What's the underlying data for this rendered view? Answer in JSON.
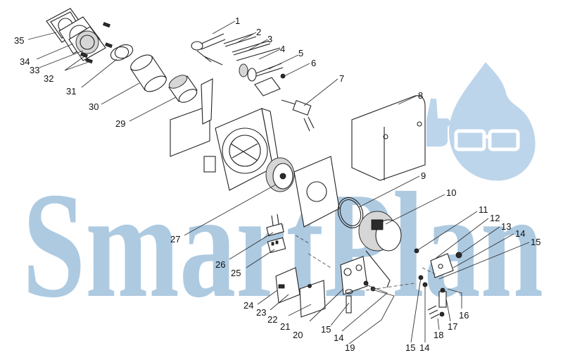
{
  "watermark": {
    "text": "SmartPlan",
    "color": "#a9c8e0",
    "drop_color": "#b9d3ea"
  },
  "callouts": [
    "1",
    "2",
    "3",
    "4",
    "5",
    "6",
    "7",
    "8",
    "9",
    "10",
    "11",
    "12",
    "13",
    "14",
    "14",
    "14",
    "15",
    "15",
    "15",
    "16",
    "17",
    "18",
    "19",
    "20",
    "21",
    "22",
    "23",
    "24",
    "25",
    "26",
    "27",
    "29",
    "30",
    "31",
    "32",
    "33",
    "34",
    "35"
  ]
}
